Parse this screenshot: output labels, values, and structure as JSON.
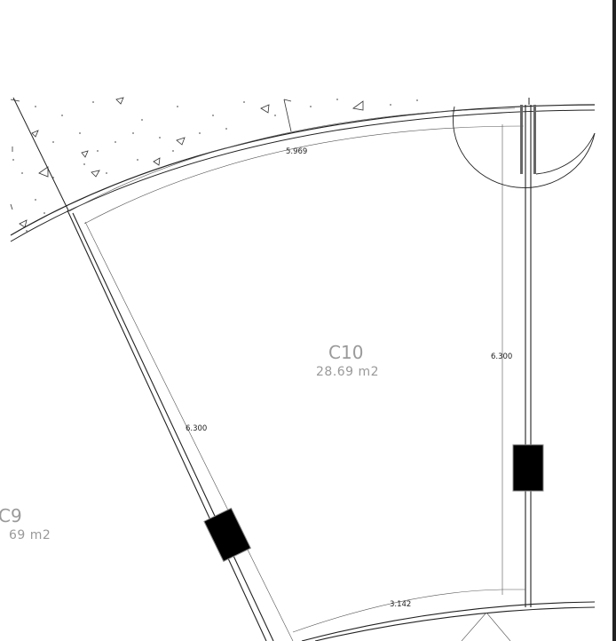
{
  "rooms": [
    {
      "name": "C10",
      "area": "28.69 m2"
    },
    {
      "name": "C9",
      "area": "69 m2",
      "partial": true
    }
  ],
  "dimensions": {
    "top_arc": "5.969",
    "left_wall": "6.300",
    "right_wall": "6.300",
    "bottom_arc": "3.142"
  }
}
